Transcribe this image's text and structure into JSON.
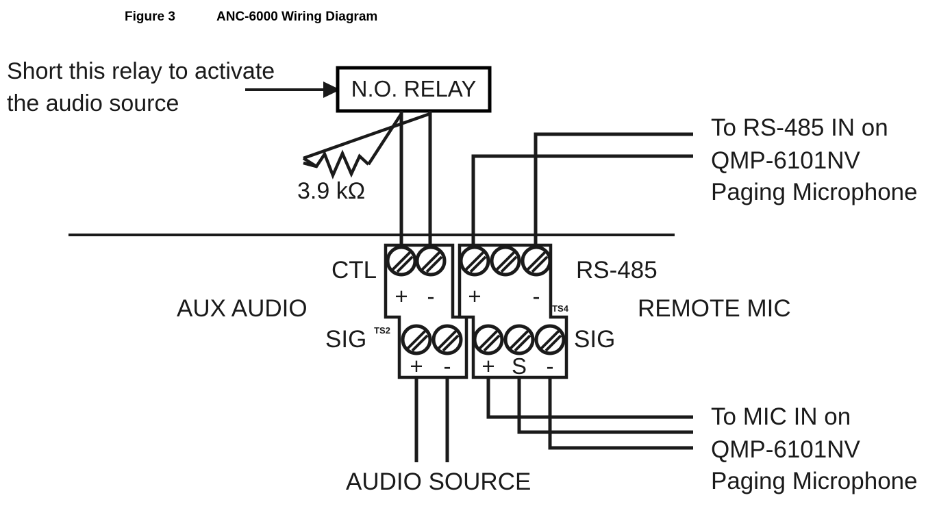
{
  "figure": {
    "label": "Figure 3",
    "title": "ANC-6000 Wiring Diagram"
  },
  "annotations": {
    "relay_note_line1": "Short this relay to activate",
    "relay_note_line2": "the audio source",
    "relay_box_label": "N.O. RELAY",
    "resistor_value": "3.9 kΩ"
  },
  "left_labels": {
    "aux_audio": "AUX AUDIO",
    "ctl": "CTL",
    "sig": "SIG"
  },
  "right_labels": {
    "rs485": "RS-485",
    "remote_mic": "REMOTE MIC",
    "sig": "SIG"
  },
  "terminal_blocks": [
    {
      "id": "TS2",
      "tag": "TS2",
      "group": "AUX AUDIO",
      "top_row": {
        "name": "CTL",
        "terminals": [
          "+",
          "-"
        ]
      },
      "bottom_row": {
        "name": "SIG",
        "terminals": [
          "+",
          "-"
        ]
      }
    },
    {
      "id": "TS4",
      "tag": "TS4",
      "group": "REMOTE MIC",
      "top_row": {
        "name": "RS-485",
        "terminals": [
          "+",
          "",
          "-"
        ]
      },
      "bottom_row": {
        "name": "SIG",
        "terminals": [
          "+",
          "S",
          "-"
        ]
      }
    }
  ],
  "polarity": {
    "ctl_plus": "+",
    "ctl_minus": "-",
    "aux_sig_plus": "+",
    "aux_sig_minus": "-",
    "rs485_plus": "+",
    "rs485_minus": "-",
    "mic_sig_plus": "+",
    "mic_sig_shield": "S",
    "mic_sig_minus": "-"
  },
  "destinations": {
    "top_right": {
      "line1": "To RS-485 IN on",
      "line2": "QMP-6101NV",
      "line3": " Paging Microphone",
      "wire_count": 2
    },
    "bottom_right": {
      "line1": "To MIC IN on",
      "line2": "QMP-6101NV",
      "line3": "Paging Microphone",
      "wire_count": 3
    },
    "bottom_center": {
      "label": "AUDIO SOURCE",
      "wire_count": 2
    }
  },
  "colors": {
    "ink": "#1a1a1a",
    "background": "#ffffff",
    "title_ink": "#000000"
  }
}
